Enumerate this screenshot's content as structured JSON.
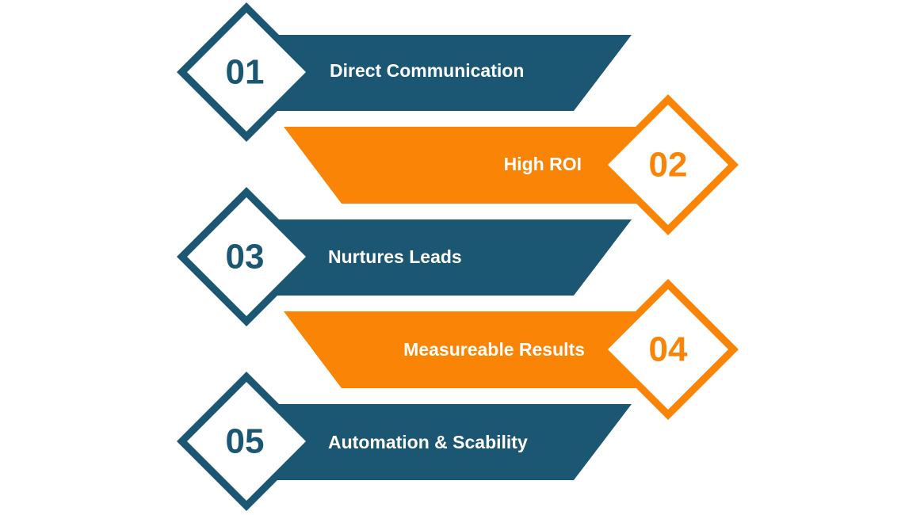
{
  "colors": {
    "blue": "#1b5673",
    "orange": "#fa8405",
    "background": "#ffffff"
  },
  "steps": [
    {
      "number": "01",
      "label": "Direct Communication",
      "color": "blue"
    },
    {
      "number": "02",
      "label": "High ROI",
      "color": "orange"
    },
    {
      "number": "03",
      "label": "Nurtures Leads",
      "color": "blue"
    },
    {
      "number": "04",
      "label": "Measureable Results",
      "color": "orange"
    },
    {
      "number": "05",
      "label": "Automation & Scability",
      "color": "blue"
    }
  ]
}
